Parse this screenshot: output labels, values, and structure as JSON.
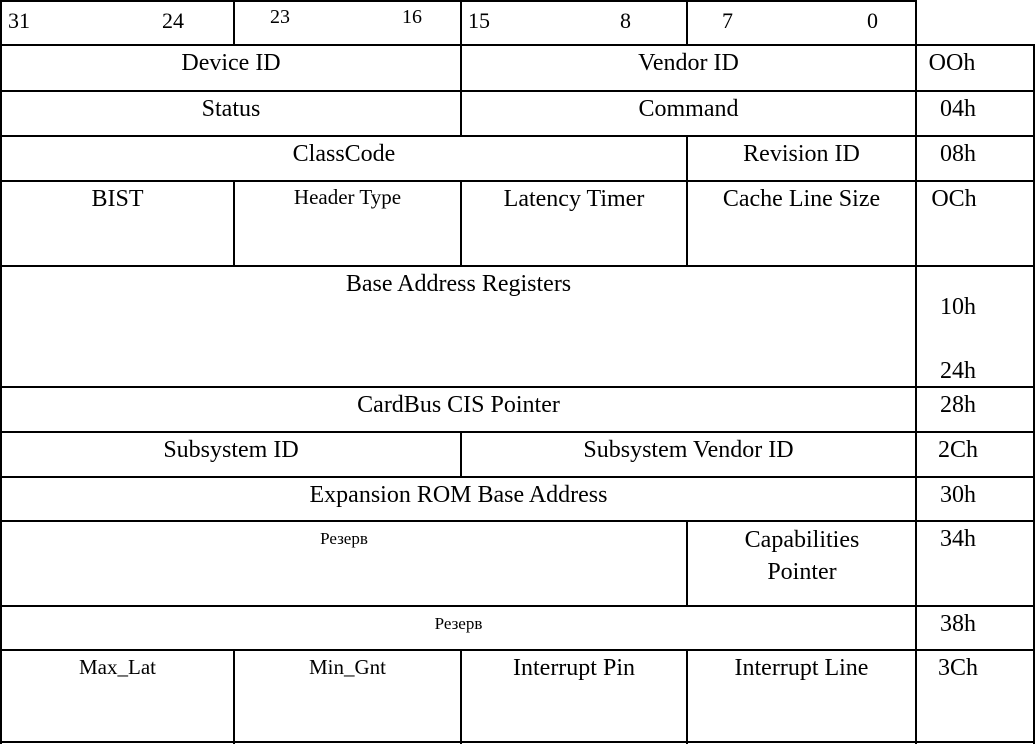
{
  "bit_labels": {
    "b31": "31",
    "b24": "24",
    "b23": "23",
    "b16": "16",
    "b15": "15",
    "b8": "8",
    "b7": "7",
    "b0": "0"
  },
  "rows": {
    "r00": {
      "device_id": "Device ID",
      "vendor_id": "Vendor ID",
      "offset": "OOh"
    },
    "r04": {
      "status": "Status",
      "command": "Command",
      "offset": "04h"
    },
    "r08": {
      "class_code": "ClassCode",
      "revision_id": "Revision ID",
      "offset": "08h"
    },
    "r0c": {
      "bist": "BIST",
      "header_type": "Header Type",
      "latency_timer": "Latency Timer",
      "cache_line_size": "Cache Line Size",
      "offset": "OCh"
    },
    "r10": {
      "base_address_registers": "Base Address Registers",
      "offset_start": "10h",
      "offset_end": "24h"
    },
    "r28": {
      "cardbus_cis_pointer": "CardBus CIS Pointer",
      "offset": "28h"
    },
    "r2c": {
      "subsystem_id": "Subsystem ID",
      "subsystem_vendor_id": "Subsystem Vendor ID",
      "offset": "2Ch"
    },
    "r30": {
      "expansion_rom": "Expansion ROM Base Address",
      "offset": "30h"
    },
    "r34": {
      "reserved": "Резерв",
      "capabilities_pointer": "Capabilities Pointer",
      "offset": "34h"
    },
    "r38": {
      "reserved": "Резерв",
      "offset": "38h"
    },
    "r3c": {
      "max_lat": "Max_Lat",
      "min_gnt": "Min_Gnt",
      "interrupt_pin": "Interrupt Pin",
      "interrupt_line": "Interrupt Line",
      "offset": "3Ch"
    }
  }
}
